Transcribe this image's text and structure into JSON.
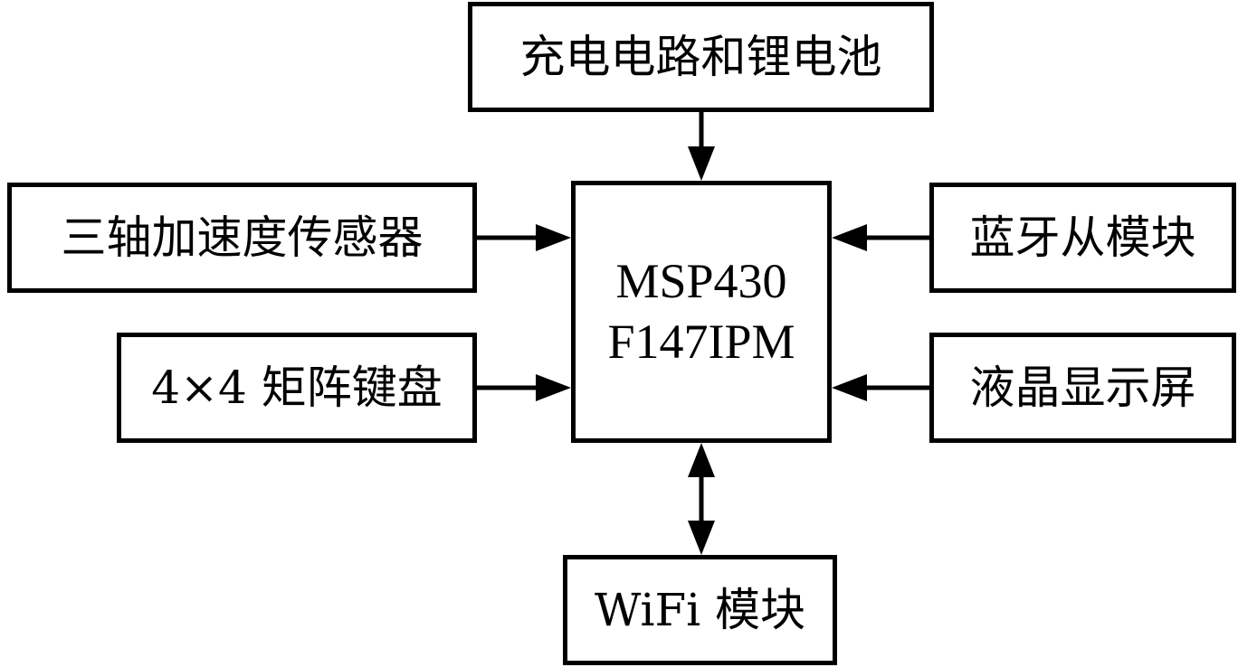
{
  "diagram": {
    "mcu": {
      "line1": "MSP430",
      "line2": "F147IPM"
    },
    "blocks": {
      "charging": "充电电路和锂电池",
      "accelerometer": "三轴加速度传感器",
      "keypad": "4×4 矩阵键盘",
      "bluetooth": "蓝牙从模块",
      "lcd": "液晶显示屏",
      "wifi": "WiFi 模块"
    },
    "connections": [
      {
        "from": "charging",
        "to": "mcu",
        "direction": "one-way"
      },
      {
        "from": "accelerometer",
        "to": "mcu",
        "direction": "one-way"
      },
      {
        "from": "keypad",
        "to": "mcu",
        "direction": "one-way"
      },
      {
        "from": "bluetooth",
        "to": "mcu",
        "direction": "one-way"
      },
      {
        "from": "lcd",
        "to": "mcu",
        "direction": "one-way"
      },
      {
        "from": "wifi",
        "to": "mcu",
        "direction": "two-way"
      }
    ],
    "colors": {
      "stroke": "#000000",
      "background": "#ffffff"
    }
  }
}
